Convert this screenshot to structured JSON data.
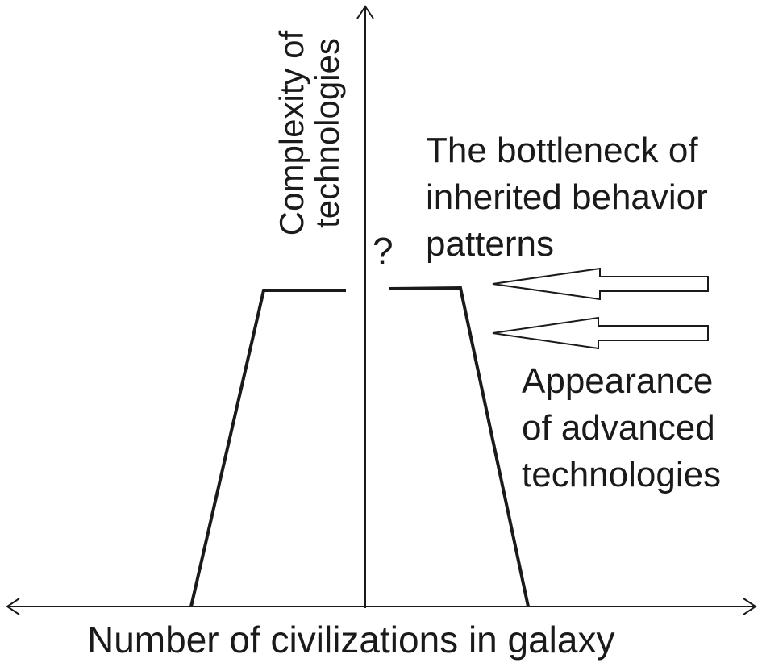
{
  "axes": {
    "x_label": "Number of civilizations in galaxy",
    "y_label": [
      "Complexity of",
      "technologies"
    ]
  },
  "annotations": {
    "bottleneck": [
      "The bottleneck of",
      "inherited behavior",
      "patterns"
    ],
    "appearance": [
      "Appearance",
      "of advanced",
      "technologies"
    ],
    "gap_marker": "?"
  },
  "colors": {
    "stroke": "#1a1a1a",
    "background": "#ffffff"
  }
}
